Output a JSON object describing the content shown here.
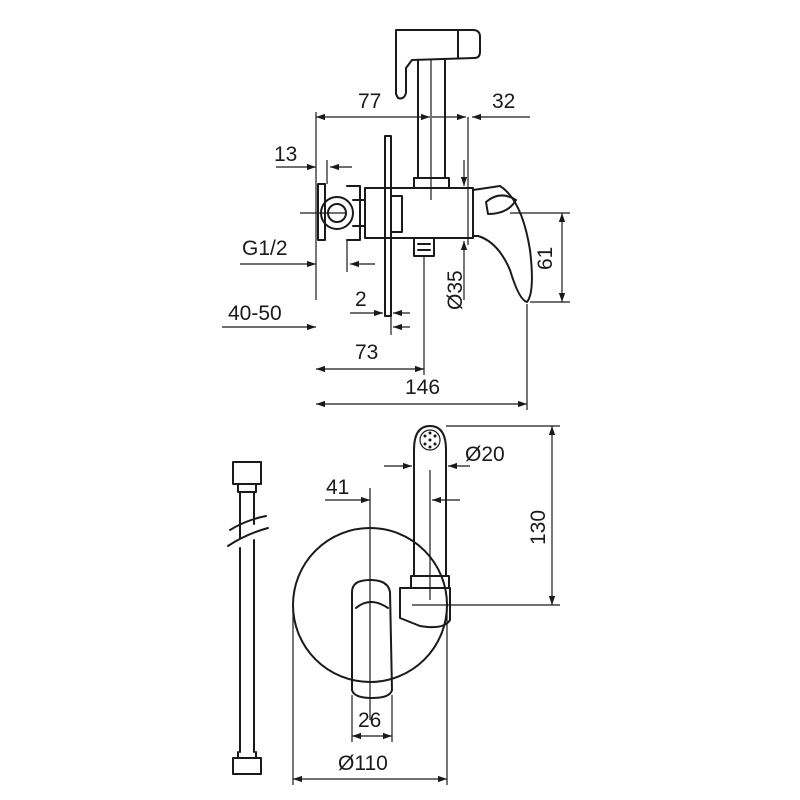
{
  "labels": {
    "d77": "77",
    "d32": "32",
    "d13": "13",
    "dG12": "G1/2",
    "d61": "61",
    "d35": "Ø35",
    "d2": "2",
    "d4050": "40-50",
    "d73": "73",
    "d146": "146",
    "d20": "Ø20",
    "d41": "41",
    "d130": "130",
    "d26": "26",
    "d110": "Ø110"
  },
  "colors": {
    "ink": "#1a1a1a",
    "background": "#ffffff"
  }
}
